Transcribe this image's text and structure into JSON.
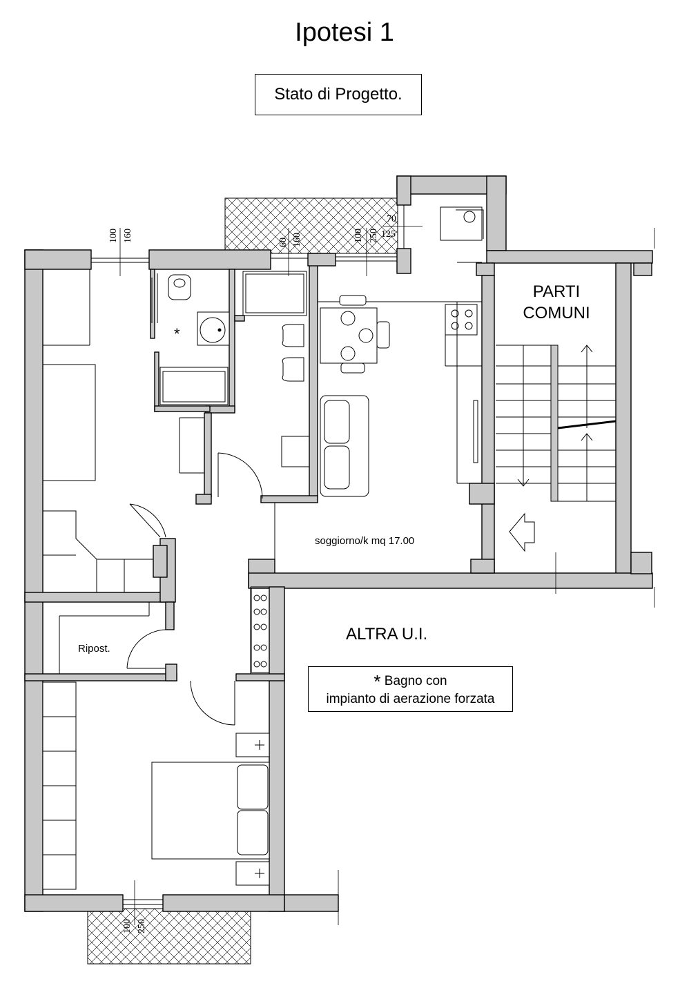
{
  "header": {
    "title": "Ipotesi 1",
    "subtitle": "Stato di Progetto."
  },
  "rooms": {
    "living": "soggiorno/k mq 17.00",
    "storage": "Ripost.",
    "common_line1": "PARTI",
    "common_line2": "COMUNI",
    "other_unit": "ALTRA U.I.",
    "bath_marker": "*"
  },
  "note": {
    "star": "*",
    "line1": "Bagno con",
    "line2": "impianto di aerazione forzata"
  },
  "dimensions": {
    "window_left_1": "100",
    "window_left_2": "160",
    "window_bath_1": "60",
    "window_bath_2": "160",
    "window_living_1": "100",
    "window_living_2": "250",
    "window_kitchen_1": "70",
    "window_kitchen_2": "125",
    "window_bottom_1": "100",
    "window_bottom_2": "250"
  },
  "colors": {
    "wall_fill": "#c8c8c8",
    "line": "#000000"
  }
}
